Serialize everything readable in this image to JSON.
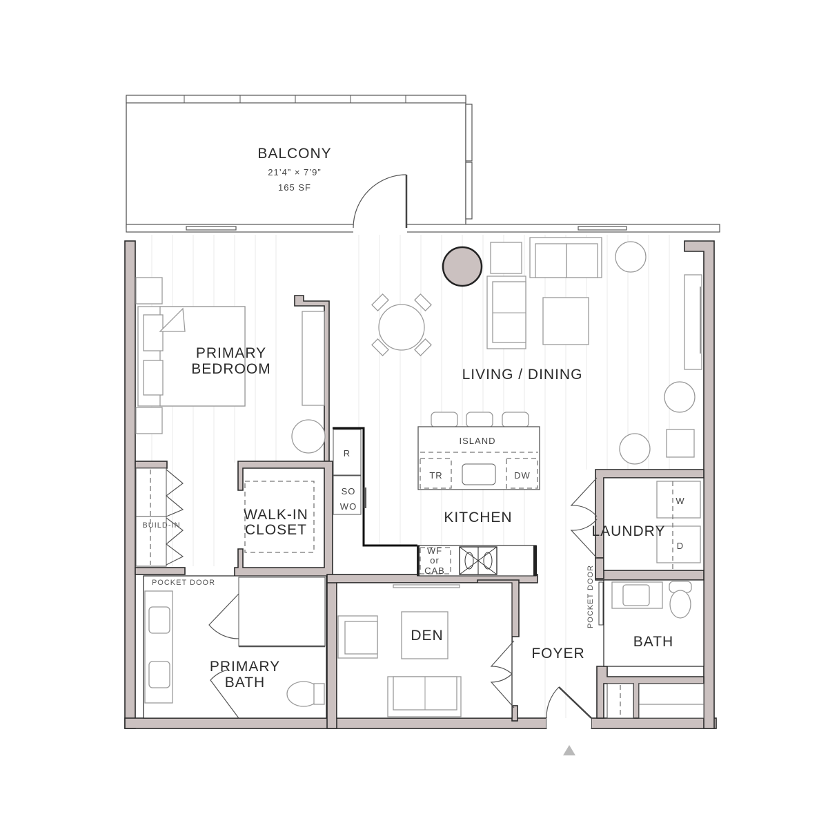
{
  "floorplan": {
    "colors": {
      "wall_fill": "#cbc1c0",
      "wall_stroke": "#2a2a2a",
      "background": "#ffffff",
      "label": "#2b2b2b",
      "entry_arrow": "#b9b9b9"
    },
    "rooms": {
      "balcony": {
        "name": "BALCONY",
        "dimensions": "21’4” × 7’9”",
        "area": "165 SF"
      },
      "primary_bedroom": {
        "line1": "PRIMARY",
        "line2": "BEDROOM"
      },
      "living_dining": {
        "name": "LIVING / DINING"
      },
      "kitchen": {
        "name": "KITCHEN"
      },
      "walk_in_closet": {
        "line1": "WALK-IN",
        "line2": "CLOSET"
      },
      "primary_bath": {
        "line1": "PRIMARY",
        "line2": "BATH"
      },
      "den": {
        "name": "DEN"
      },
      "foyer": {
        "name": "FOYER"
      },
      "laundry": {
        "name": "LAUNDRY"
      },
      "bath": {
        "name": "BATH"
      }
    },
    "fixtures": {
      "island": "ISLAND",
      "trash": "TR",
      "dishwasher": "DW",
      "refrigerator": "R",
      "oven_line1": "SO",
      "oven_line2": "WO",
      "wine_line1": "WF",
      "wine_line2": "or",
      "wine_line3": "CAB",
      "washer": "W",
      "dryer": "D",
      "build_in": "BUILD-IN",
      "pocket_door_primary_bath": "POCKET DOOR",
      "pocket_door_bath": "POCKET DOOR"
    },
    "entry_marker": "entry-arrow"
  }
}
